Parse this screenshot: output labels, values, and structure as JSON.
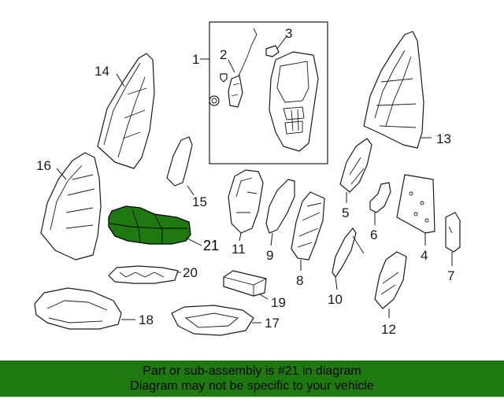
{
  "diagram": {
    "callouts": {
      "c1": "1",
      "c2": "2",
      "c3": "3",
      "c4": "4",
      "c5": "5",
      "c6": "6",
      "c7": "7",
      "c8": "8",
      "c9": "9",
      "c10": "10",
      "c11": "11",
      "c12": "12",
      "c13": "13",
      "c14": "14",
      "c15": "15",
      "c16": "16",
      "c17": "17",
      "c18": "18",
      "c19": "19",
      "c20": "20",
      "c21": "21"
    },
    "highlighted_part": "21",
    "highlight_color": "#1e7a0e"
  },
  "banner": {
    "line1": "Part or sub-assembly is #21 in diagram",
    "line2": "Diagram may not be specific to your vehicle",
    "background": "#1e7a0e"
  }
}
